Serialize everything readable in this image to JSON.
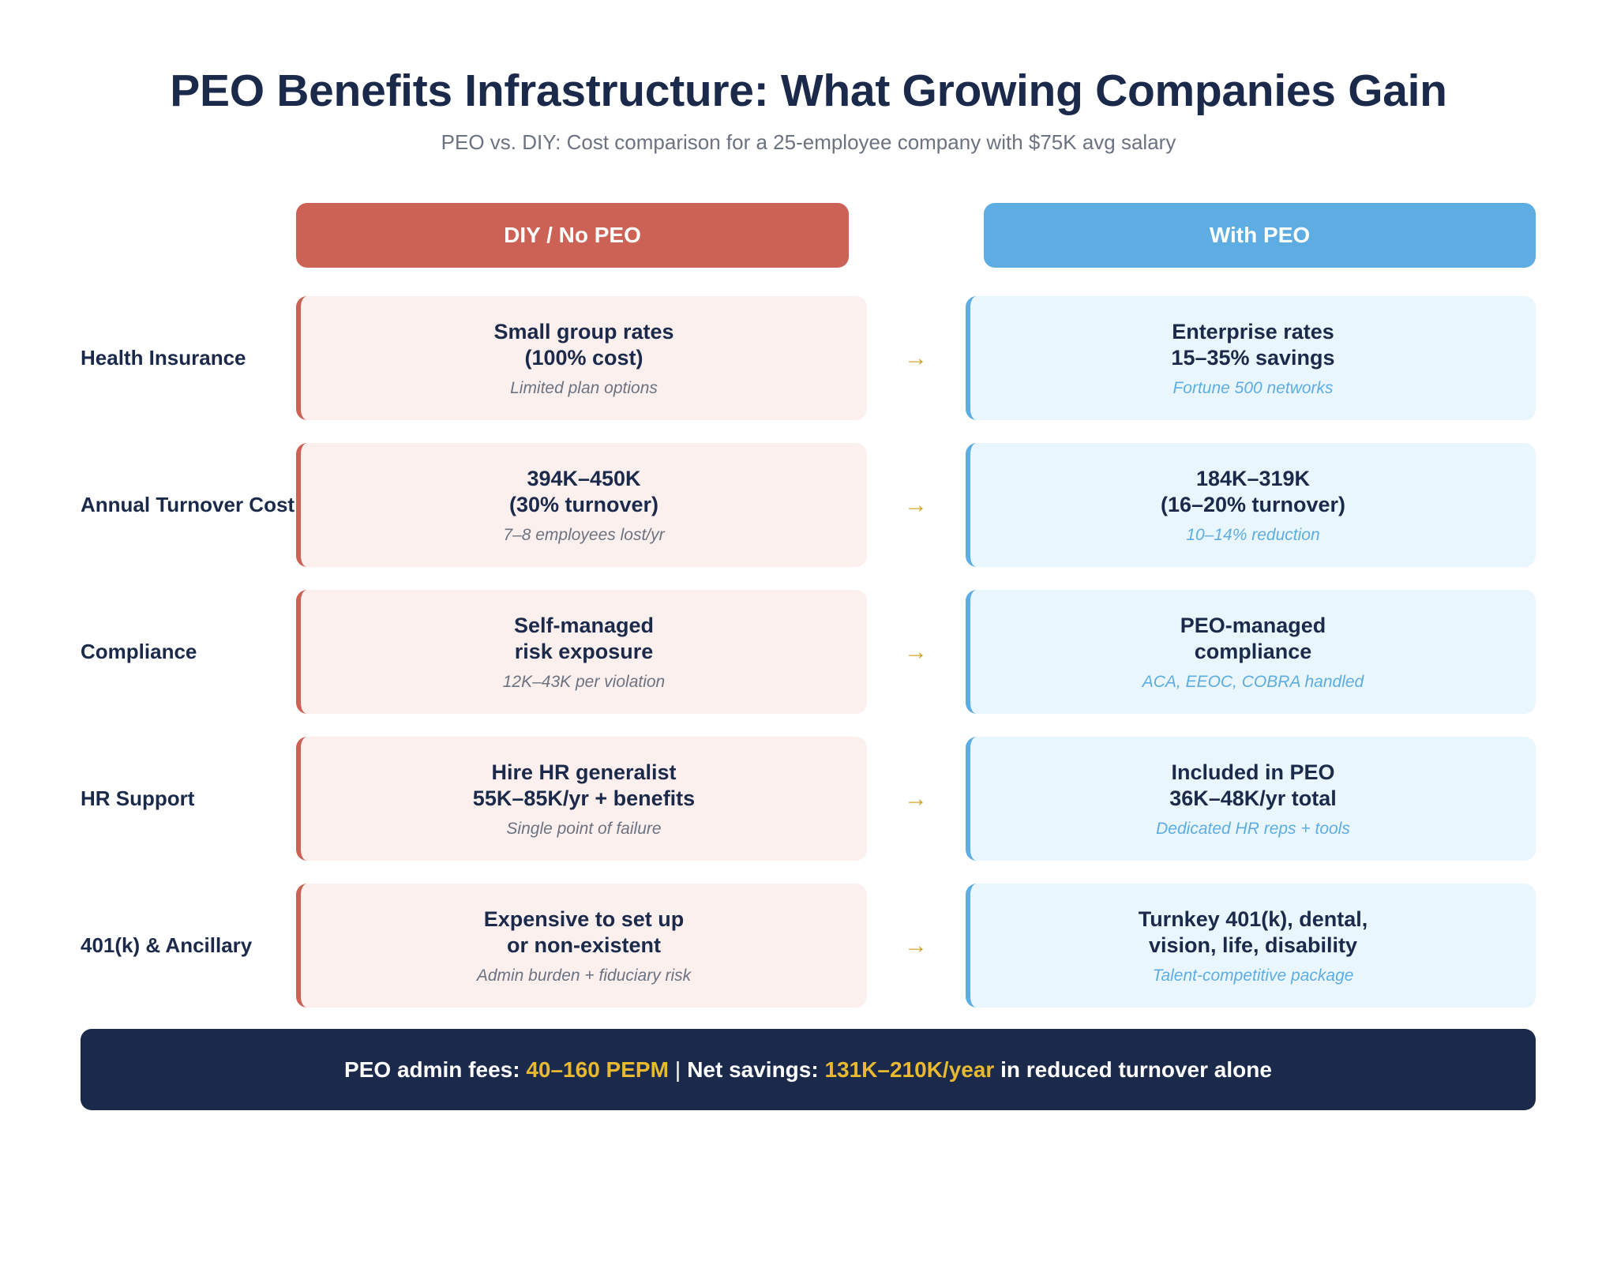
{
  "header": {
    "title": "PEO Benefits Infrastructure: What Growing Companies Gain",
    "subtitle": "PEO vs. DIY: Cost comparison for a 25-employee company with $75K avg salary"
  },
  "columns": {
    "diy": {
      "label": "DIY / No PEO",
      "color": "#cc6155"
    },
    "peo": {
      "label": "With PEO",
      "color": "#5dade2"
    }
  },
  "arrow": {
    "icon": "right-arrow-icon",
    "glyph": "→",
    "color": "#d4a72c"
  },
  "rows": [
    {
      "label": "Health Insurance",
      "diy": {
        "line1": "Small group rates",
        "line2": "(100% cost)",
        "note": "Limited plan options"
      },
      "peo": {
        "line1": "Enterprise rates",
        "line2": "15–35% savings",
        "note": "Fortune 500 networks"
      }
    },
    {
      "label": "Annual Turnover Cost",
      "diy": {
        "line1": "394K–450K",
        "line2": "(30% turnover)",
        "note": "7–8 employees lost/yr"
      },
      "peo": {
        "line1": "184K–319K",
        "line2": "(16–20% turnover)",
        "note": "10–14% reduction"
      }
    },
    {
      "label": "Compliance",
      "diy": {
        "line1": "Self-managed",
        "line2": "risk exposure",
        "note": "12K–43K per violation"
      },
      "peo": {
        "line1": "PEO-managed",
        "line2": "compliance",
        "note": "ACA, EEOC, COBRA handled"
      }
    },
    {
      "label": "HR Support",
      "diy": {
        "line1": "Hire HR generalist",
        "line2": "55K–85K/yr + benefits",
        "note": "Single point of failure"
      },
      "peo": {
        "line1": "Included in PEO",
        "line2": "36K–48K/yr total",
        "note": "Dedicated HR reps + tools"
      }
    },
    {
      "label": "401(k) & Ancillary",
      "diy": {
        "line1": "Expensive to set up",
        "line2": "or non-existent",
        "note": "Admin burden + fiduciary risk"
      },
      "peo": {
        "line1": "Turnkey 401(k), dental,",
        "line2": "vision, life, disability",
        "note": "Talent-competitive package"
      }
    }
  ],
  "footer": {
    "prefix": "PEO admin fees: ",
    "fees": "40–160 PEPM",
    "separator": "|",
    "savings_label": "Net savings: ",
    "savings": "131K–210K/year",
    "suffix": " in reduced turnover alone",
    "background": "#1b2a4a",
    "highlight_color": "#e8b830"
  }
}
